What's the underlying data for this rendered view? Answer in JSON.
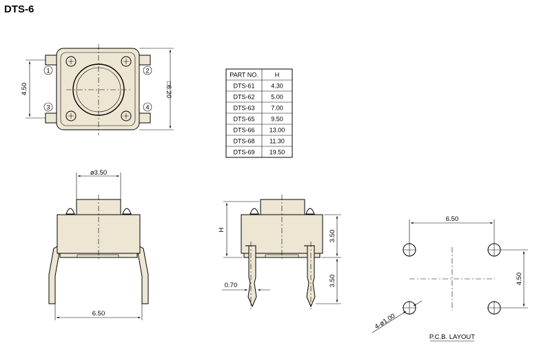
{
  "title": "DTS-6",
  "top_view": {
    "dim_pitch_vertical": "4.50",
    "dim_body": "□6.20",
    "pin_labels": [
      "1",
      "2",
      "3",
      "4"
    ]
  },
  "table": {
    "headers": [
      "PART NO.",
      "H"
    ],
    "rows": [
      [
        "DTS-61",
        "4.30"
      ],
      [
        "DTS-62",
        "5.00"
      ],
      [
        "DTS-63",
        "7.00"
      ],
      [
        "DTS-65",
        "9.50"
      ],
      [
        "DTS-66",
        "13.00"
      ],
      [
        "DTS-68",
        "11.30"
      ],
      [
        "DTS-69",
        "19.50"
      ]
    ]
  },
  "front_view": {
    "dim_diameter": "ø3.50",
    "dim_pitch": "6.50"
  },
  "side_view": {
    "dim_height": "H",
    "dim_body_height": "3.50",
    "dim_lead_length": "3.50",
    "dim_lead_width": "0.70"
  },
  "pcb_layout": {
    "dim_horizontal": "6.50",
    "dim_vertical": "4.50",
    "dim_holes": "4-ø1.00",
    "caption": "P.C.B. LAYOUT"
  },
  "colors": {
    "body_fill": "#ede6d3",
    "line": "#000000"
  }
}
